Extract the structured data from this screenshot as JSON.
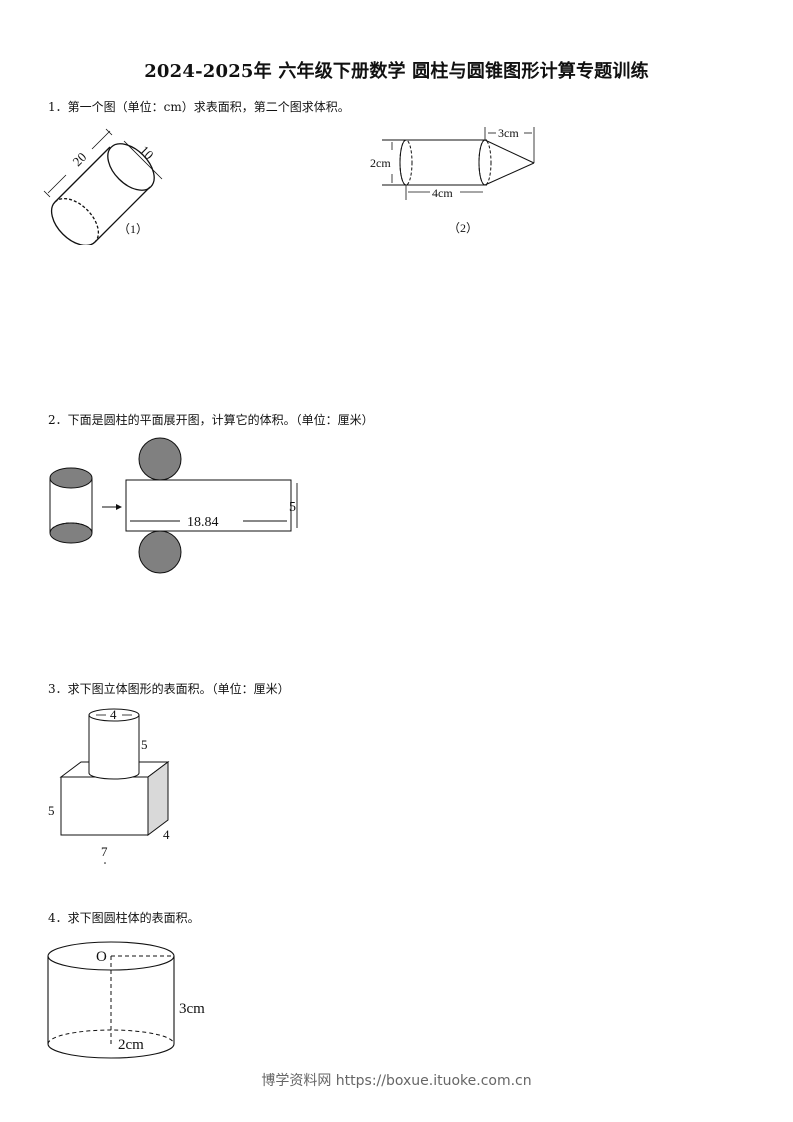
{
  "title": "2024-2025年 六年级下册数学 圆柱与圆锥图形计算专题训练",
  "questions": [
    {
      "number": "1．",
      "text": "第一个图（单位：cm）求表面积，第二个图求体积。",
      "figures": [
        {
          "caption": "（1）",
          "labels": {
            "length": "20",
            "diameter": "10"
          }
        },
        {
          "caption": "（2）",
          "labels": {
            "diameter": "2cm",
            "cylinder_length": "4cm",
            "cone_length": "3cm"
          }
        }
      ]
    },
    {
      "number": "2．",
      "text": "下面是圆柱的平面展开图，计算它的体积。（单位：厘米）",
      "figure": {
        "labels": {
          "width": "18.84",
          "height": "5"
        },
        "fill_color": "#808080"
      }
    },
    {
      "number": "3．",
      "text": "求下图立体图形的表面积。（单位：厘米）",
      "figure": {
        "labels": {
          "cylinder_diameter": "4",
          "cylinder_height": "5",
          "box_height": "5",
          "box_length": "7",
          "box_depth": "4"
        },
        "side_color": "#d9d9d9"
      }
    },
    {
      "number": "4．",
      "text": "求下图圆柱体的表面积。",
      "figure": {
        "labels": {
          "center": "O",
          "height": "3cm",
          "radius": "2cm"
        }
      }
    }
  ],
  "footer": "博学资料网 https://boxue.ituoke.com.cn"
}
